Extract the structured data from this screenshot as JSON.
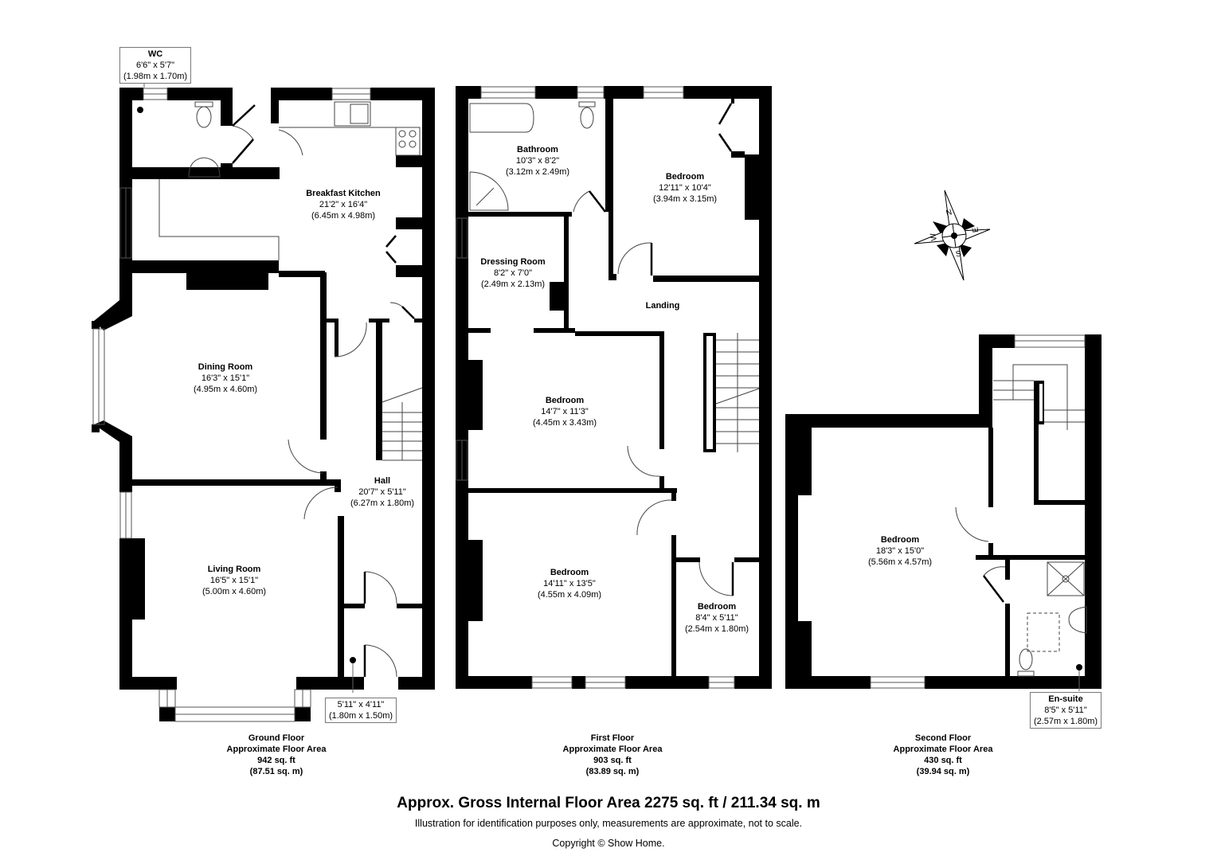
{
  "rooms": {
    "wc": {
      "name": "WC",
      "imperial": "6'6\" x 5'7\"",
      "metric": "(1.98m x 1.70m)"
    },
    "breakfast_kitchen": {
      "name": "Breakfast Kitchen",
      "imperial": "21'2\" x 16'4\"",
      "metric": "(6.45m x 4.98m)"
    },
    "dining_room": {
      "name": "Dining Room",
      "imperial": "16'3\" x 15'1\"",
      "metric": "(4.95m x 4.60m)"
    },
    "hall": {
      "name": "Hall",
      "imperial": "20'7\" x 5'11\"",
      "metric": "(6.27m x 1.80m)"
    },
    "living_room": {
      "name": "Living Room",
      "imperial": "16'5\" x 15'1\"",
      "metric": "(5.00m x 4.60m)"
    },
    "porch": {
      "imperial": "5'11\" x 4'11\"",
      "metric": "(1.80m x 1.50m)"
    },
    "bathroom": {
      "name": "Bathroom",
      "imperial": "10'3\" x 8'2\"",
      "metric": "(3.12m x 2.49m)"
    },
    "bedroom_ff_rear": {
      "name": "Bedroom",
      "imperial": "12'11\" x 10'4\"",
      "metric": "(3.94m x 3.15m)"
    },
    "dressing_room": {
      "name": "Dressing Room",
      "imperial": "8'2\" x 7'0\"",
      "metric": "(2.49m x 2.13m)"
    },
    "landing": {
      "name": "Landing"
    },
    "bedroom_ff_mid": {
      "name": "Bedroom",
      "imperial": "14'7\" x 11'3\"",
      "metric": "(4.45m x 3.43m)"
    },
    "bedroom_ff_front": {
      "name": "Bedroom",
      "imperial": "14'11\" x 13'5\"",
      "metric": "(4.55m x 4.09m)"
    },
    "bedroom_ff_small": {
      "name": "Bedroom",
      "imperial": "8'4\" x 5'11\"",
      "metric": "(2.54m x 1.80m)"
    },
    "bedroom_sf": {
      "name": "Bedroom",
      "imperial": "18'3\" x 15'0\"",
      "metric": "(5.56m x 4.57m)"
    },
    "ensuite": {
      "name": "En-suite",
      "imperial": "8'5\" x 5'11\"",
      "metric": "(2.57m x 1.80m)"
    }
  },
  "floors": {
    "ground": {
      "name": "Ground Floor",
      "caption": "Approximate Floor Area",
      "sqft": "942 sq. ft",
      "sqm": "(87.51 sq. m)"
    },
    "first": {
      "name": "First Floor",
      "caption": "Approximate Floor Area",
      "sqft": "903 sq. ft",
      "sqm": "(83.89 sq. m)"
    },
    "second": {
      "name": "Second Floor",
      "caption": "Approximate Floor Area",
      "sqft": "430 sq. ft",
      "sqm": "(39.94 sq. m)"
    }
  },
  "compass": {
    "n": "N",
    "e": "E",
    "s": "S",
    "w": "W"
  },
  "footer": {
    "gross": "Approx. Gross Internal Floor Area 2275 sq. ft / 211.34 sq. m",
    "disclaimer": "Illustration for identification purposes only, measurements are approximate, not to scale.",
    "copyright": "Copyright © Show Home."
  }
}
